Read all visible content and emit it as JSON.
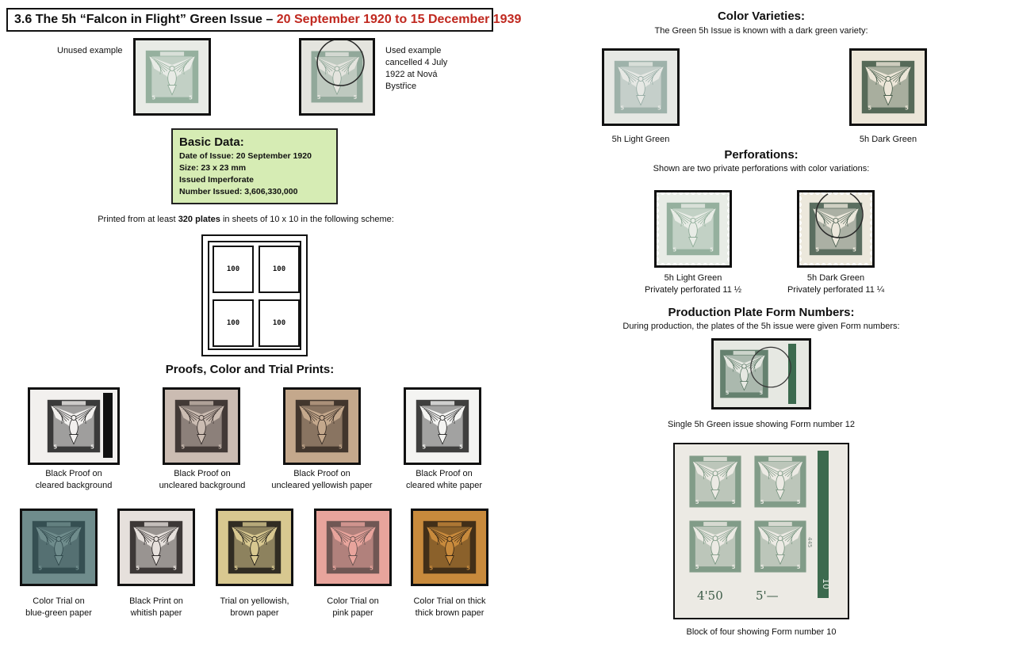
{
  "title": {
    "main": "3.6 The 5h “Falcon in Flight” Green Issue – ",
    "dates": "20 September 1920 to 15 December 1939"
  },
  "unused_label": "Unused example",
  "used_label": [
    "Used example",
    "cancelled 4 July",
    "1922 at Nová",
    "Bystřice"
  ],
  "basic_data": {
    "heading": "Basic Data:",
    "lines": [
      "Date of Issue: 20 September 1920",
      "Size: 23 x 23 mm",
      "Issued Imperforate",
      "Number Issued: 3,606,330,000"
    ]
  },
  "plates_text": {
    "pre": "Printed from at least ",
    "bold": "320 plates",
    "post": " in sheets of 10 x 10 in the following scheme:"
  },
  "scheme_cells": [
    "100",
    "100",
    "100",
    "100"
  ],
  "proofs_heading": "Proofs, Color and Trial Prints:",
  "proofs_row1": [
    {
      "l1": "Black Proof on",
      "l2": "cleared background",
      "bg": "#f2f0ee",
      "ink": "#1a1a1a"
    },
    {
      "l1": "Black Proof on",
      "l2": "uncleared background",
      "bg": "#cbbcb2",
      "ink": "#2a2220"
    },
    {
      "l1": "Black Proof on",
      "l2": "uncleared yellowish paper",
      "bg": "#c4a88c",
      "ink": "#2c221c"
    },
    {
      "l1": "Black Proof on",
      "l2": "cleared white paper",
      "bg": "#f4f4f2",
      "ink": "#1e1e1e"
    }
  ],
  "proofs_row2": [
    {
      "l1": "Color Trial on",
      "l2": "blue-green paper",
      "bg": "#6f8c8c",
      "ink": "#2c4448"
    },
    {
      "l1": "Black Print on",
      "l2": "whitish paper",
      "bg": "#e6e0dc",
      "ink": "#1e1a1a"
    },
    {
      "l1": "Trial on yellowish,",
      "l2": "brown paper",
      "bg": "#d8c890",
      "ink": "#141210"
    },
    {
      "l1": "Color Trial on",
      "l2": "pink paper",
      "bg": "#e8a49c",
      "ink": "#5a4a48"
    },
    {
      "l1": "Color Trial on thick",
      "l2": "thick brown paper",
      "bg": "#c88a3c",
      "ink": "#2a1e12"
    }
  ],
  "color_varieties": {
    "heading": "Color Varieties:",
    "sub": "The Green 5h Issue is known with a dark green variety:",
    "light": "5h Light Green",
    "dark": "5h Dark Green"
  },
  "perforations": {
    "heading": "Perforations:",
    "sub": "Shown are two private perforations with color variations:",
    "a1": "5h Light Green",
    "a2": "Privately perforated 11 ½",
    "b1": "5h Dark Green",
    "b2": "Privately perforated 11 ¼"
  },
  "form_numbers": {
    "heading": "Production Plate Form Numbers:",
    "sub": "During production, the plates of the 5h issue were given Form numbers:",
    "single_caption": "Single 5h Green issue showing Form number 12",
    "block_caption": "Block of four showing Form number 10",
    "block_marks": {
      "left": "4'50",
      "right": "5'—",
      "form": "10",
      "pencil": "445"
    }
  },
  "colors": {
    "green_stamp": "#7fa08c",
    "dark_green": "#2d5a3f",
    "title_red": "#c0281f",
    "basic_bg": "#d6ecb4"
  }
}
